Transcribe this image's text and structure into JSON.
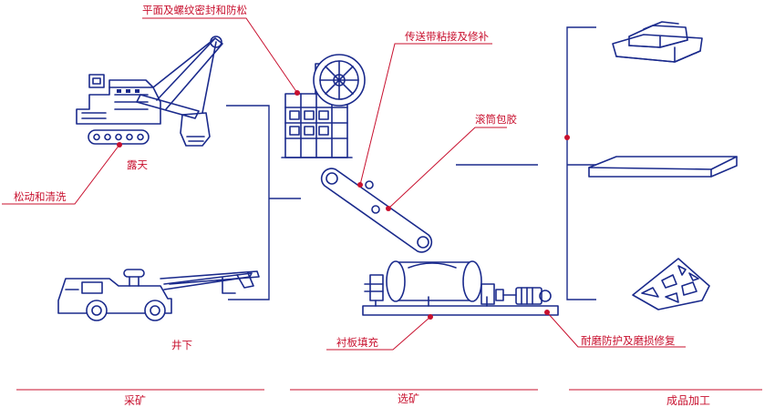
{
  "sections": {
    "mining": "采矿",
    "beneficiation": "选矿",
    "processing": "成品加工"
  },
  "labels": {
    "open_pit": "露天",
    "underground": "井下",
    "loosening_cleaning": "松动和清洗",
    "plane_seal": "平面及螺纹密封和防松",
    "belt_repair": "传送带粘接及修补",
    "roller_lagging": "滚筒包胶",
    "liner_fill": "衬板填充",
    "wear_repair": "耐磨防护及磨损修复"
  },
  "colors": {
    "equipment": "#1a2a8c",
    "callout": "#c8102e"
  }
}
